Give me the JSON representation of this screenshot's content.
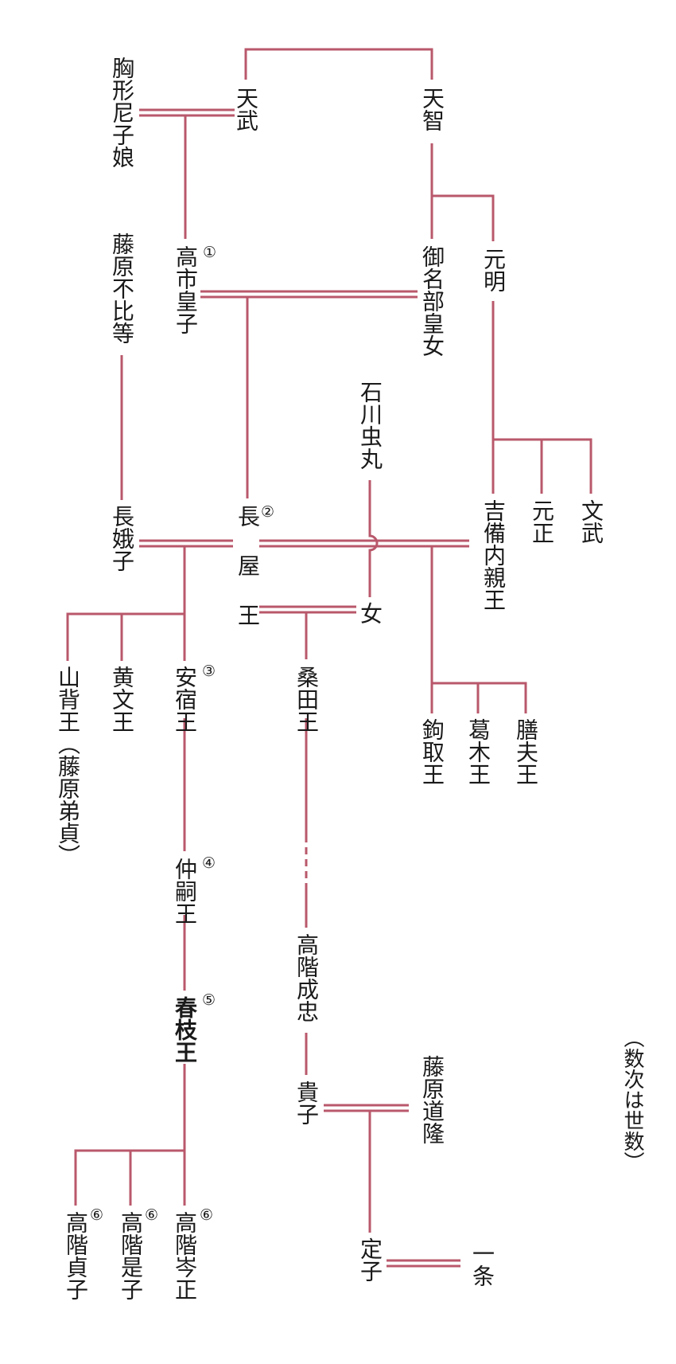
{
  "note": "（数次は世数）",
  "line_color": "#b9586b",
  "people": [
    {
      "name": "胸形尼子娘"
    },
    {
      "name": "天武"
    },
    {
      "name": "天智"
    },
    {
      "name": "藤原不比等"
    },
    {
      "name": "高市皇子",
      "gen": "①"
    },
    {
      "name": "御名部皇女"
    },
    {
      "name": "元明"
    },
    {
      "name": "石川虫丸"
    },
    {
      "name": "吉備内親王"
    },
    {
      "name": "元正"
    },
    {
      "name": "文武"
    },
    {
      "name": "長娥子"
    },
    {
      "name": "長屋王",
      "gen": "②"
    },
    {
      "name": "女"
    },
    {
      "name": "山背王（藤原弟貞）"
    },
    {
      "name": "黄文王"
    },
    {
      "name": "安宿王",
      "gen": "③"
    },
    {
      "name": "桑田王"
    },
    {
      "name": "鉤取王"
    },
    {
      "name": "葛木王"
    },
    {
      "name": "膳夫王"
    },
    {
      "name": "仲嗣王",
      "gen": "④"
    },
    {
      "name": "春枝王",
      "gen": "⑤"
    },
    {
      "name": "高階成忠"
    },
    {
      "name": "藤原道隆"
    },
    {
      "name": "貴子"
    },
    {
      "name": "高階貞子",
      "gen": "⑥"
    },
    {
      "name": "高階是子",
      "gen": "⑥"
    },
    {
      "name": "高階岑正",
      "gen": "⑥"
    },
    {
      "name": "定子"
    },
    {
      "name": "一条"
    }
  ]
}
